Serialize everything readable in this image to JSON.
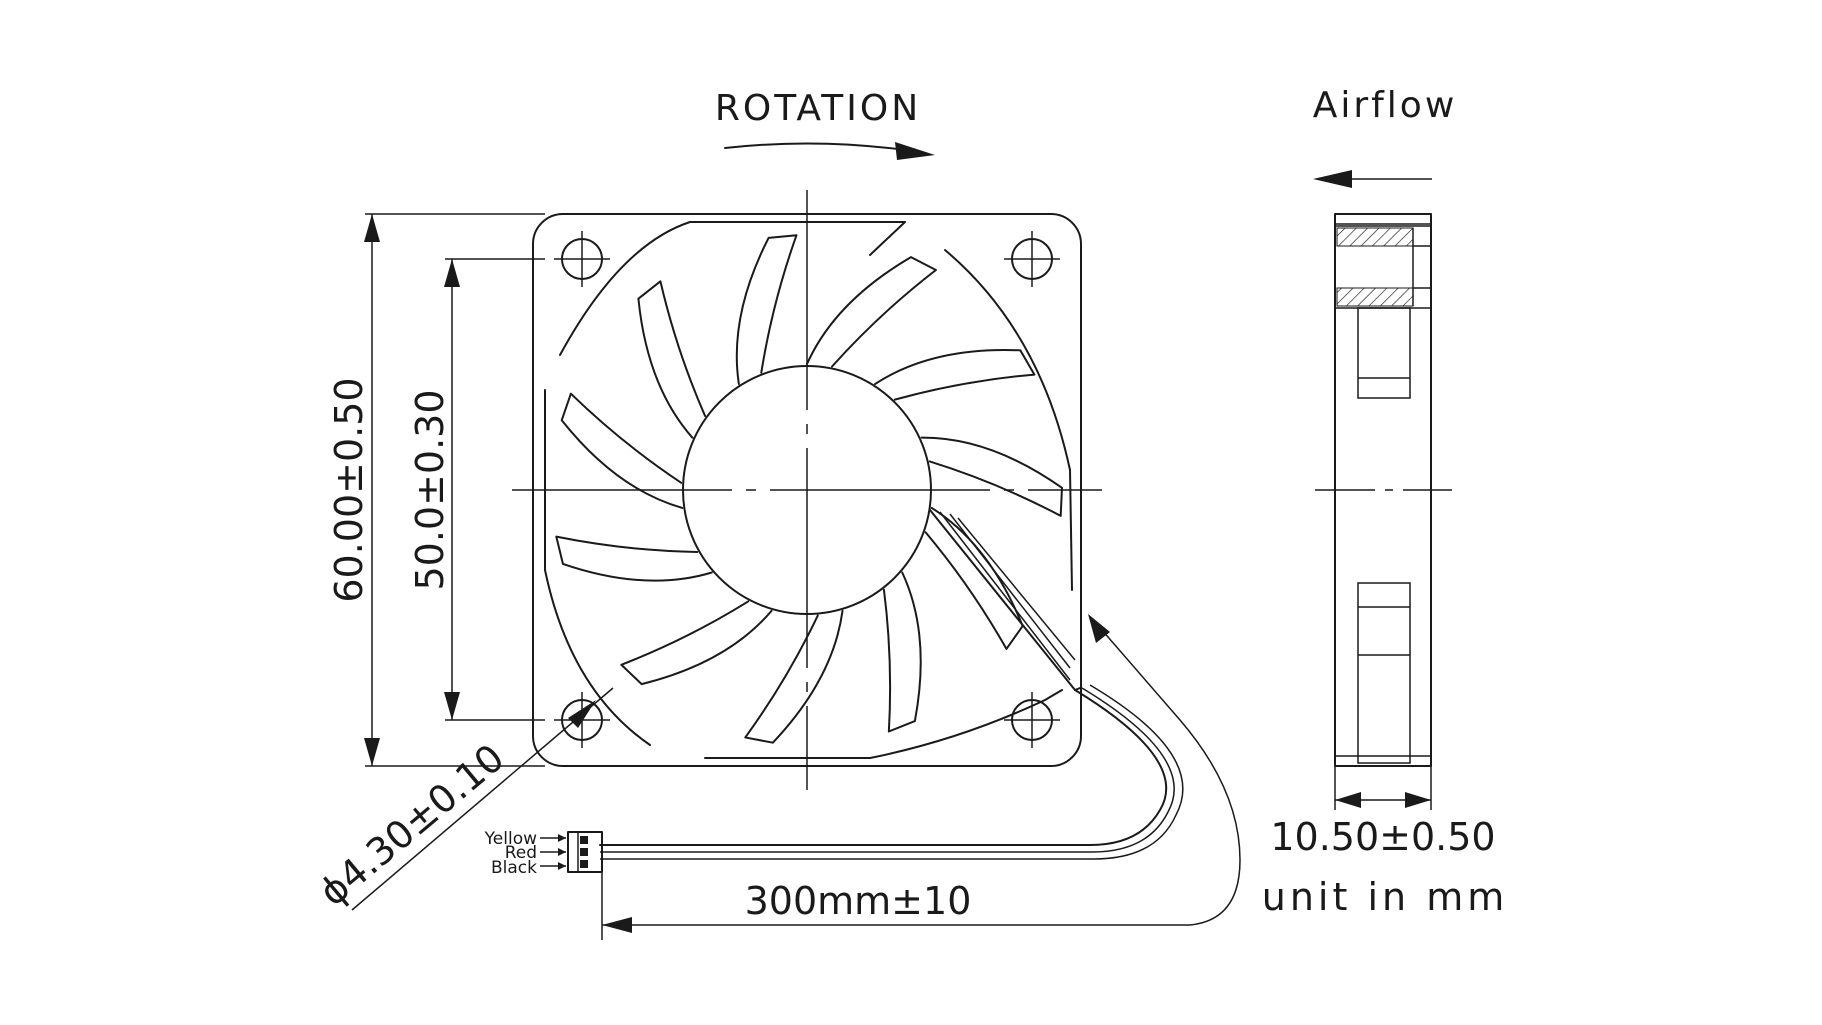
{
  "labels": {
    "rotation": "ROTATION",
    "airflow": "Airflow",
    "frame_size": "60.00±0.50",
    "hole_spacing": "50.0±0.30",
    "hole_diameter": "ϕ4.30±0.10",
    "cable_length": "300mm±10",
    "thickness": "10.50±0.50",
    "unit": "unit in mm"
  },
  "wires": [
    "Yellow",
    "Red",
    "Black"
  ]
}
